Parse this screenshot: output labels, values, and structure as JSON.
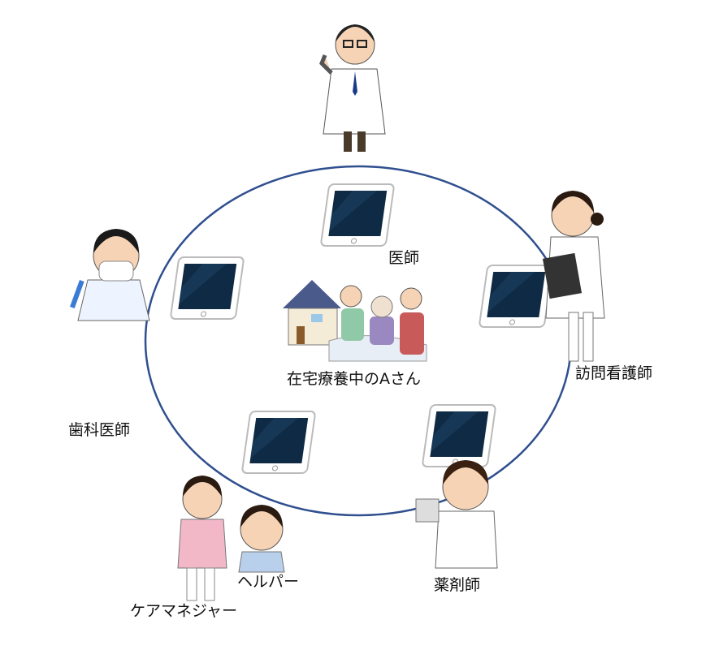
{
  "labels": {
    "doctor": "医師",
    "nurse": "訪問看護師",
    "patient": "在宅療養中のAさん",
    "dentist": "歯科医師",
    "pharmacist": "薬剤師",
    "helper": "ヘルパー",
    "care_manager": "ケアマネジャー"
  },
  "colors": {
    "circle": "#2f4f8f",
    "tablet_screen": "#0f2a44"
  }
}
